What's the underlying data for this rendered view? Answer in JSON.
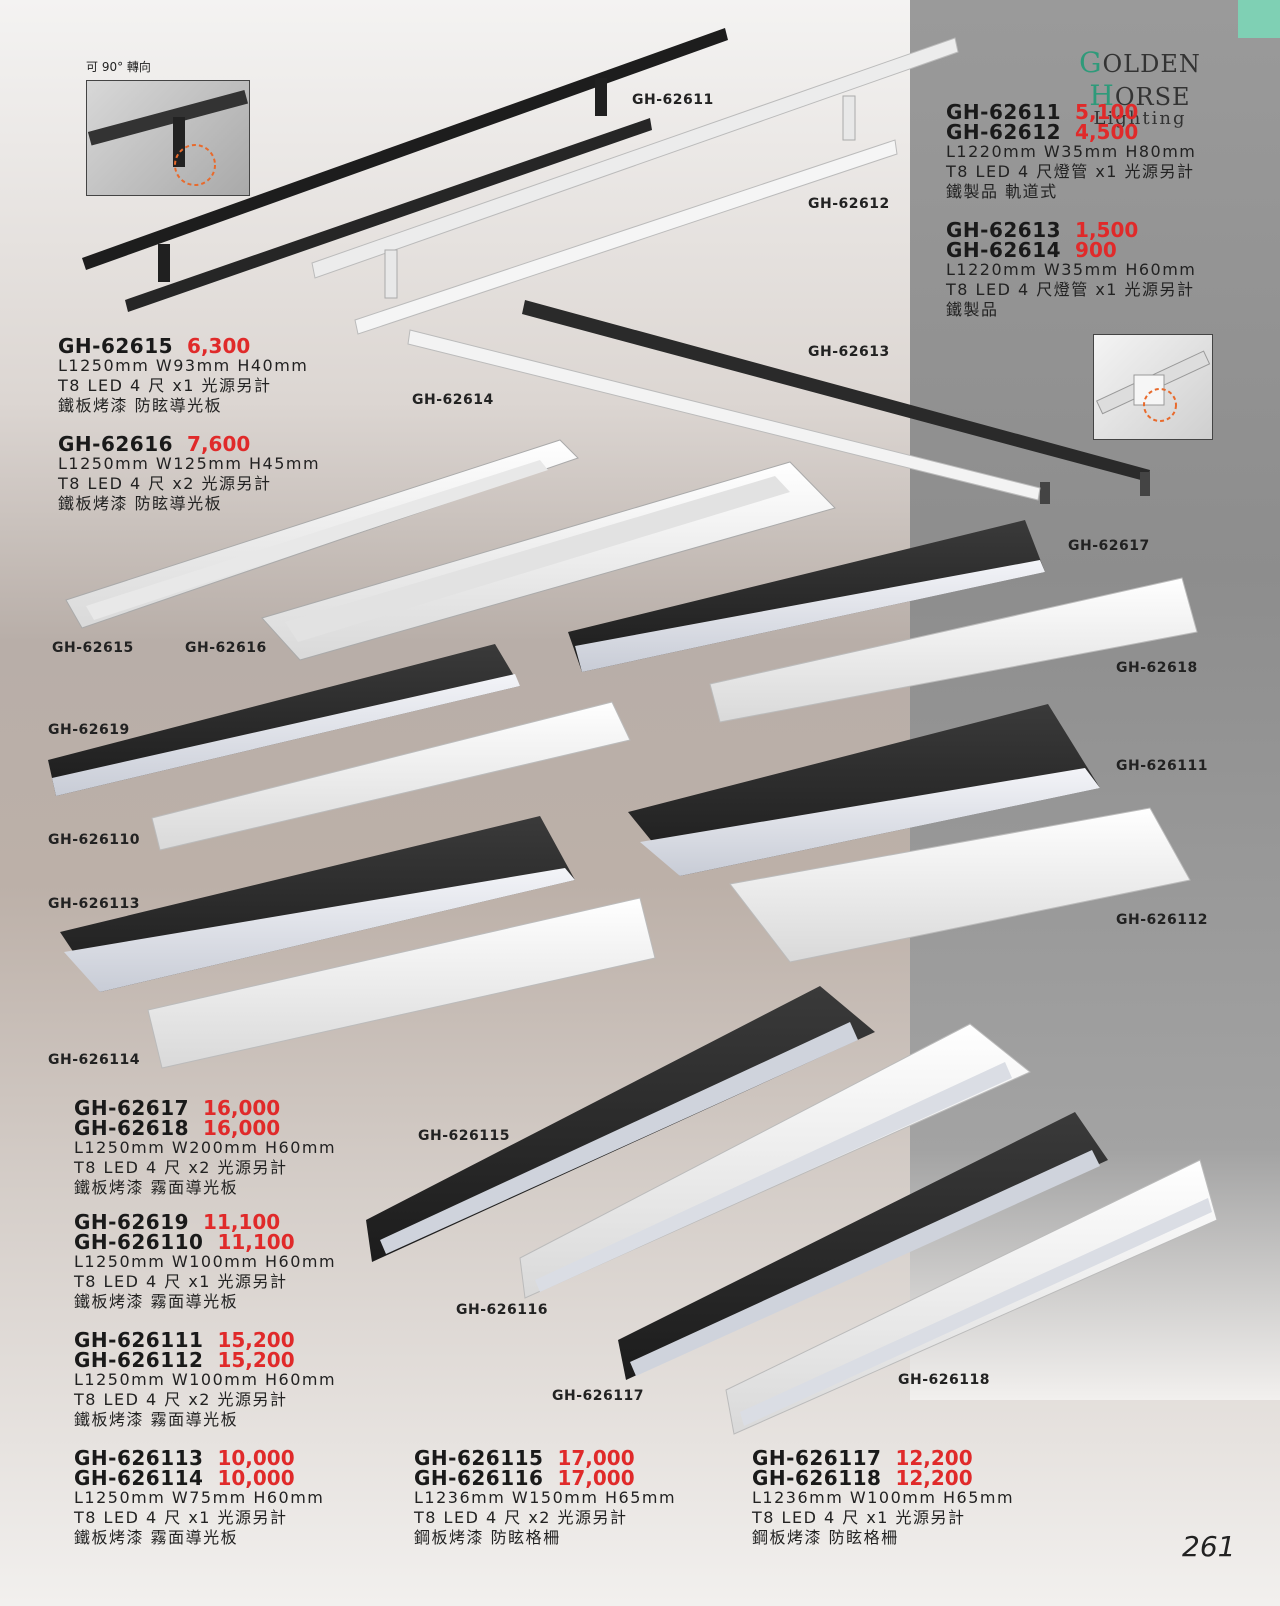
{
  "brand": {
    "cap1": "G",
    "rest1": "OLDEN ",
    "cap2": "H",
    "rest2": "ORSE",
    "line2": "Lighting"
  },
  "inset_caption": "可 90° 轉向",
  "page_number": "261",
  "product_labels": {
    "gh62611": "GH-62611",
    "gh62612": "GH-62612",
    "gh62613": "GH-62613",
    "gh62614": "GH-62614",
    "gh62615": "GH-62615",
    "gh62616": "GH-62616",
    "gh62617": "GH-62617",
    "gh62618": "GH-62618",
    "gh62619": "GH-62619",
    "gh626110": "GH-626110",
    "gh626111": "GH-626111",
    "gh626112": "GH-626112",
    "gh626113": "GH-626113",
    "gh626114": "GH-626114",
    "gh626115": "GH-626115",
    "gh626116": "GH-626116",
    "gh626117": "GH-626117",
    "gh626118": "GH-626118"
  },
  "specs": {
    "s1": {
      "m1": "GH-62611",
      "p1": "5,100",
      "m2": "GH-62612",
      "p2": "4,500",
      "l1": "L1220mm  W35mm  H80mm",
      "l2": "T8 LED 4 尺燈管 x1 光源另計",
      "l3": "鐵製品  軌道式"
    },
    "s2": {
      "m1": "GH-62613",
      "p1": "1,500",
      "m2": "GH-62614",
      "p2": "900",
      "l1": "L1220mm  W35mm  H60mm",
      "l2": "T8 LED 4 尺燈管 x1 光源另計",
      "l3": "鐵製品"
    },
    "s3": {
      "m1": "GH-62615",
      "p1": "6,300",
      "l1": "L1250mm  W93mm  H40mm",
      "l2": "T8 LED 4 尺 x1 光源另計",
      "l3": "鐵板烤漆  防眩導光板"
    },
    "s4": {
      "m1": "GH-62616",
      "p1": "7,600",
      "l1": "L1250mm  W125mm  H45mm",
      "l2": "T8 LED 4 尺 x2 光源另計",
      "l3": "鐵板烤漆  防眩導光板"
    },
    "s5": {
      "m1": "GH-62617",
      "p1": "16,000",
      "m2": "GH-62618",
      "p2": "16,000",
      "l1": "L1250mm  W200mm  H60mm",
      "l2": "T8 LED 4 尺 x2 光源另計",
      "l3": "鐵板烤漆  霧面導光板"
    },
    "s6": {
      "m1": "GH-62619",
      "p1": "11,100",
      "m2": "GH-626110",
      "p2": "11,100",
      "l1": "L1250mm  W100mm  H60mm",
      "l2": "T8 LED 4 尺 x1 光源另計",
      "l3": "鐵板烤漆  霧面導光板"
    },
    "s7": {
      "m1": "GH-626111",
      "p1": "15,200",
      "m2": "GH-626112",
      "p2": "15,200",
      "l1": "L1250mm  W100mm  H60mm",
      "l2": "T8 LED 4 尺 x2 光源另計",
      "l3": "鐵板烤漆  霧面導光板"
    },
    "s8": {
      "m1": "GH-626113",
      "p1": "10,000",
      "m2": "GH-626114",
      "p2": "10,000",
      "l1": "L1250mm  W75mm  H60mm",
      "l2": "T8 LED 4 尺 x1 光源另計",
      "l3": "鐵板烤漆  霧面導光板"
    },
    "s9": {
      "m1": "GH-626115",
      "p1": "17,000",
      "m2": "GH-626116",
      "p2": "17,000",
      "l1": "L1236mm  W150mm  H65mm",
      "l2": "T8 LED 4 尺 x2 光源另計",
      "l3": "鋼板烤漆  防眩格柵"
    },
    "s10": {
      "m1": "GH-626117",
      "p1": "12,200",
      "m2": "GH-626118",
      "p2": "12,200",
      "l1": "L1236mm  W100mm  H65mm",
      "l2": "T8 LED 4 尺 x1 光源另計",
      "l3": "鋼板烤漆  防眩格柵"
    }
  },
  "colors": {
    "price": "#e02a2a",
    "brand_accent": "#2f9a7a",
    "corner_tab": "#7fd0b4"
  }
}
